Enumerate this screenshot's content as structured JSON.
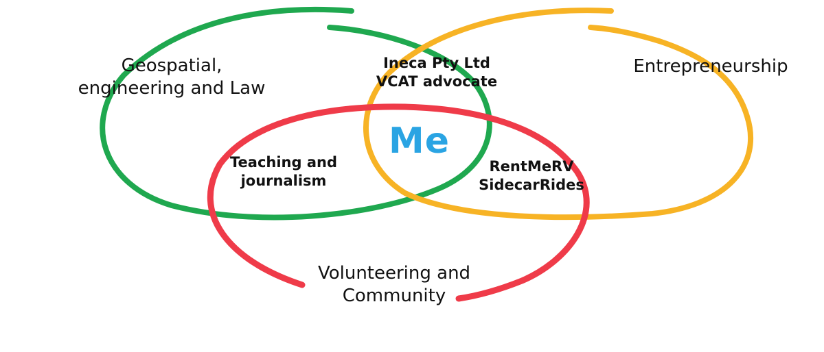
{
  "diagram": {
    "colors": {
      "green": "#1fa84f",
      "orange": "#f7b325",
      "red": "#ef3b49",
      "center_text": "#2aa4e3"
    },
    "regions": {
      "geospatial": {
        "line1": "Geospatial,",
        "line2": "engineering and Law"
      },
      "entrepreneurship": {
        "line1": "Entrepreneurship"
      },
      "volunteering": {
        "line1": "Volunteering and",
        "line2": "Community"
      }
    },
    "overlaps": {
      "top": {
        "line1": "Ineca Pty Ltd",
        "line2": "VCAT advocate"
      },
      "left": {
        "line1": "Teaching and",
        "line2": "journalism"
      },
      "right": {
        "line1": "RentMeRV",
        "line2": "SidecarRides"
      }
    },
    "center": "Me"
  }
}
